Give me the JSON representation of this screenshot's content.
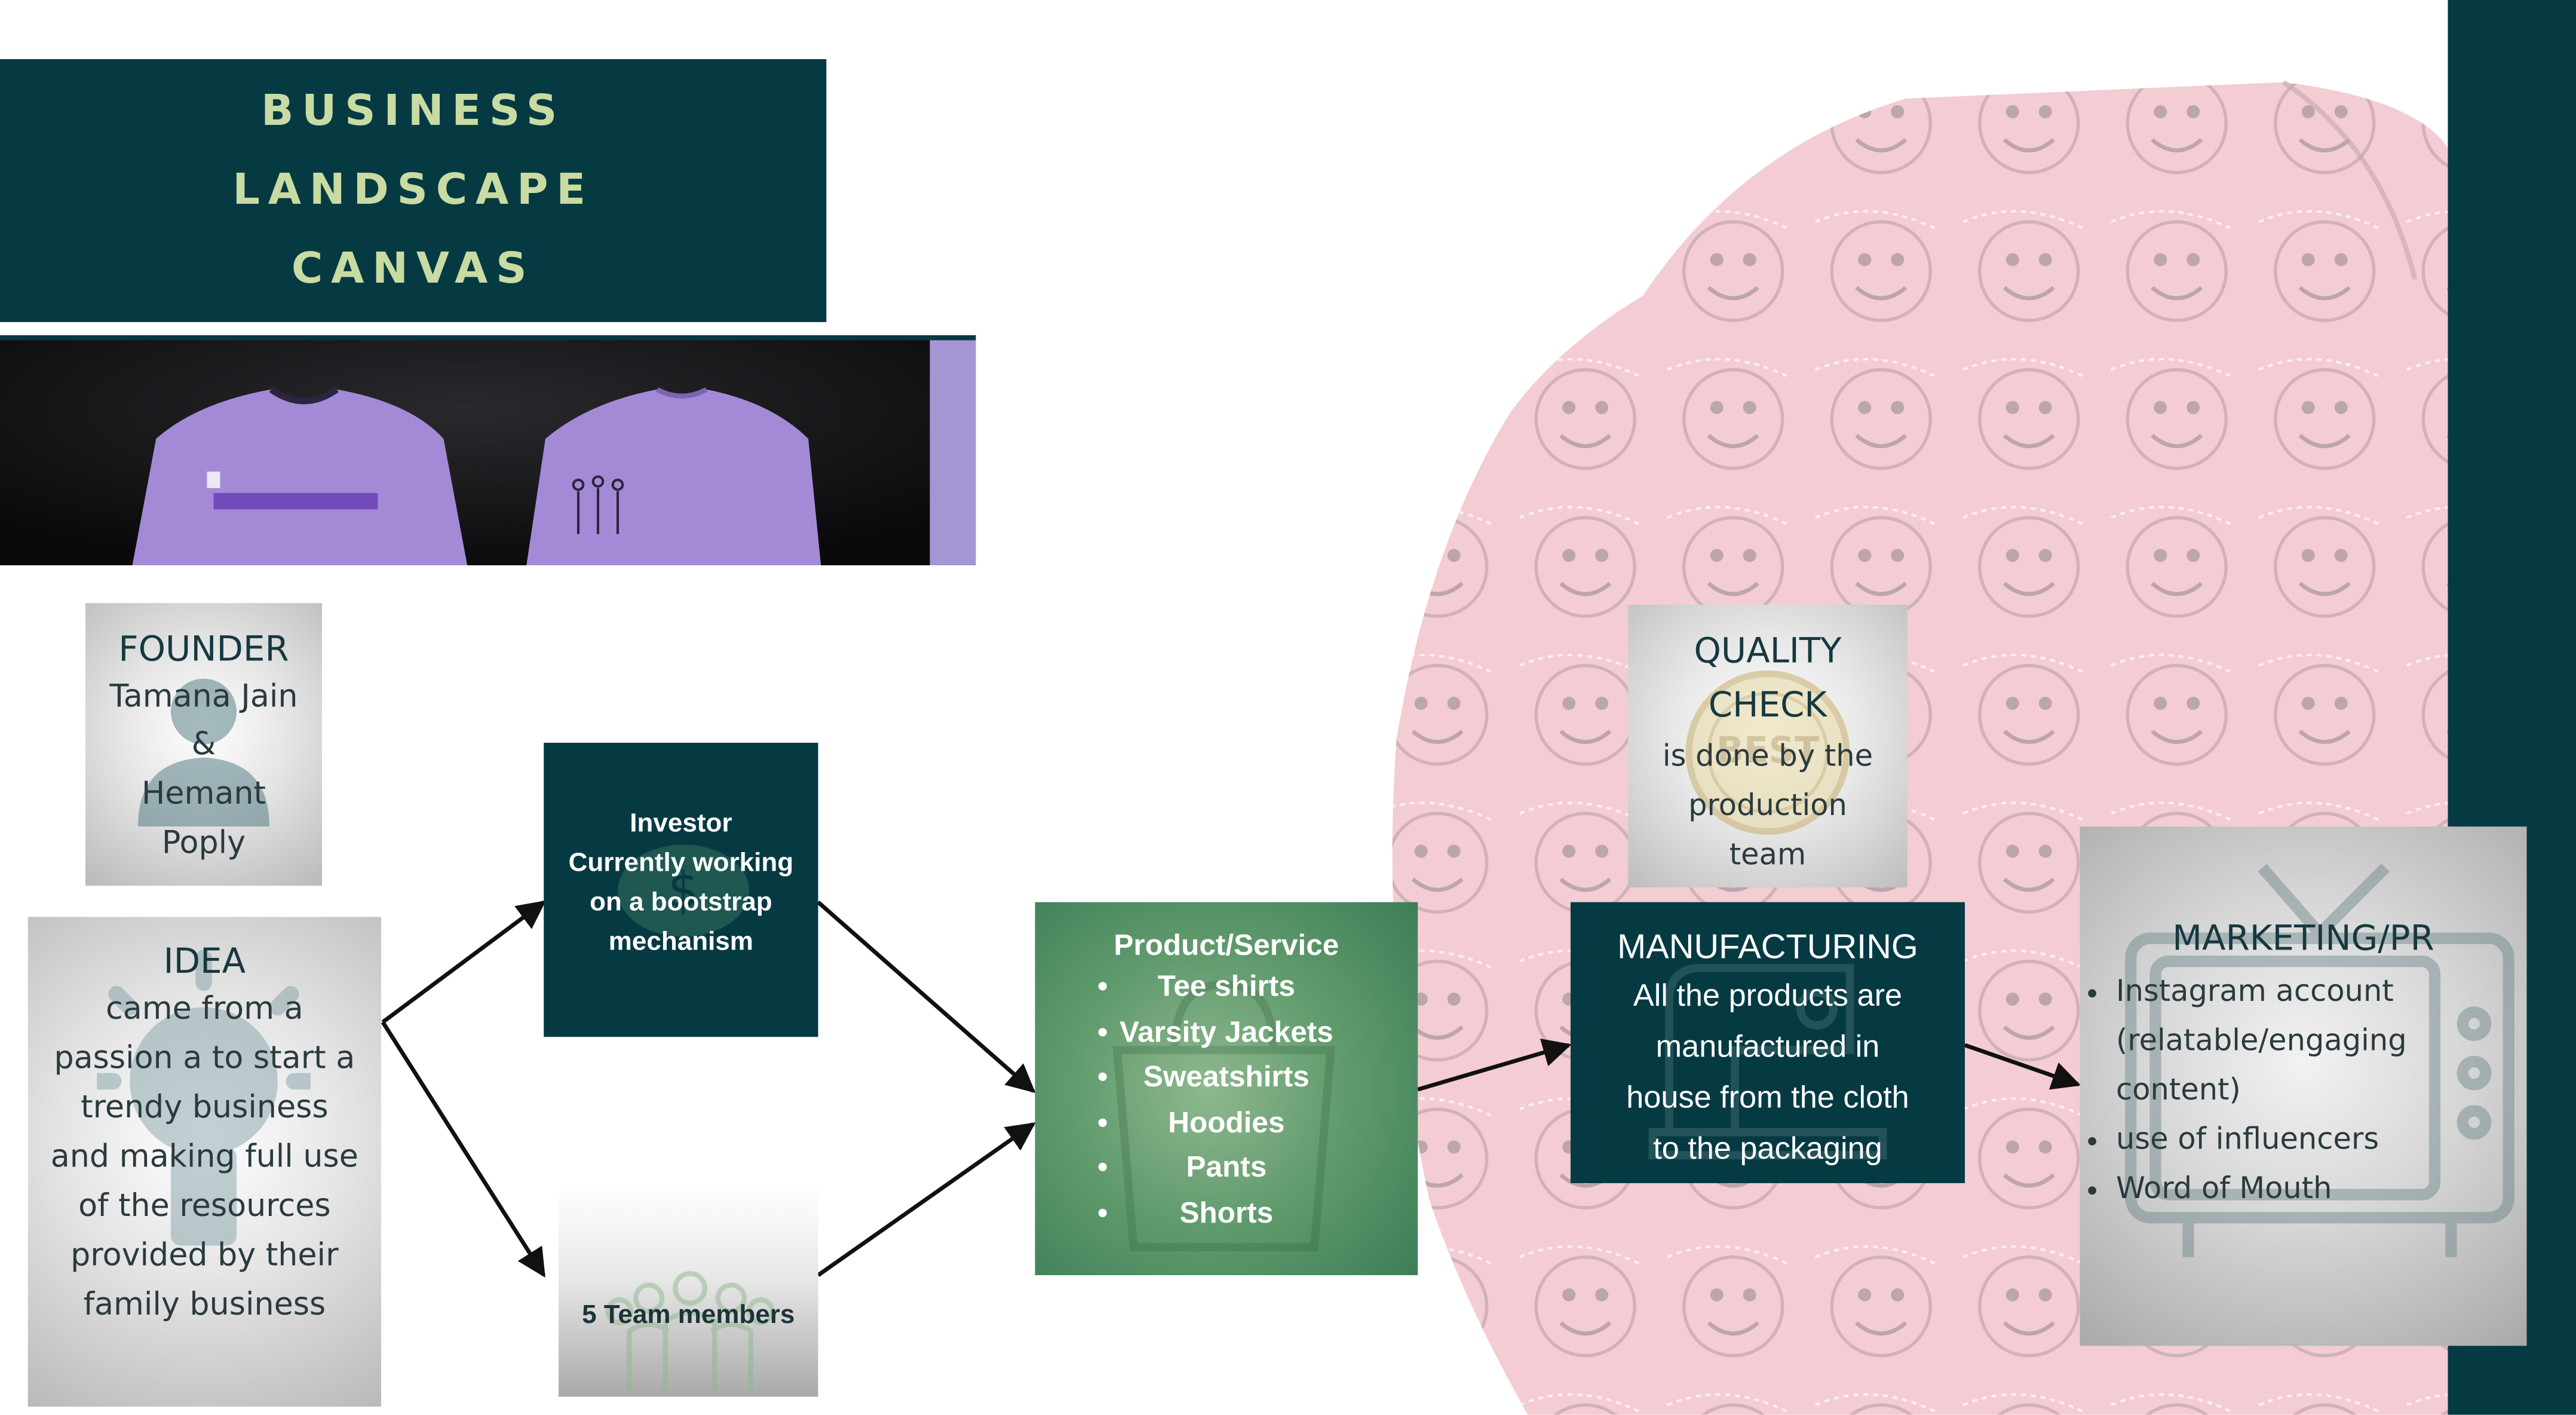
{
  "title": {
    "line1": "BUSINESS",
    "line2": "LANDSCAPE",
    "line3": "CANVAS"
  },
  "photo_strip": {
    "image_1": "purple-sweatshirt-front",
    "image_2": "purple-sweatshirt-back"
  },
  "founder": {
    "heading": "FOUNDER",
    "line1": "Tamana Jain",
    "line2": "&",
    "line3": "Hemant",
    "line4": "Poply",
    "icon": "person-icon"
  },
  "idea": {
    "heading": "IDEA",
    "lines": [
      "came from a",
      "passion a to start a",
      "trendy business",
      "and making full use",
      "of the resources",
      "provided by their",
      "family business"
    ],
    "icon": "lightbulb-icon"
  },
  "investor": {
    "lines": [
      "Investor",
      "Currently working",
      "on a bootstrap",
      "mechanism"
    ],
    "icon": "money-icon"
  },
  "team": {
    "label": "5 Team members",
    "icon": "team-icon"
  },
  "product": {
    "heading": "Product/Service",
    "items": [
      "Tee shirts",
      "Varsity Jackets",
      "Sweatshirts",
      "Hoodies",
      "Pants",
      "Shorts"
    ],
    "bullet": "•",
    "icon": "shopping-bag-icon"
  },
  "quality": {
    "heading_1": "QUALITY",
    "heading_2": "CHECK",
    "lines": [
      "is done by the",
      "production",
      "team"
    ],
    "icon": "best-quality-badge-icon"
  },
  "manufacturing": {
    "heading": "MANUFACTURING",
    "lines": [
      "All the products are",
      "manufactured in",
      "house from the cloth",
      "to the packaging"
    ],
    "icon": "sewing-machine-icon"
  },
  "marketing": {
    "heading": "MARKETING/PR",
    "items": [
      "Instagram account (relatable/engaging content)",
      "use of influencers",
      "Word of Mouth"
    ],
    "icon": "tv-icon"
  },
  "background": {
    "image": "pink-smiley-print-sweatshirt"
  },
  "colors": {
    "teal": "#053a43",
    "title_text": "#c9dba2",
    "green_card": "#5f9a6c",
    "lavender": "#a496d3",
    "pink_shirt": "#f3cdd3"
  }
}
